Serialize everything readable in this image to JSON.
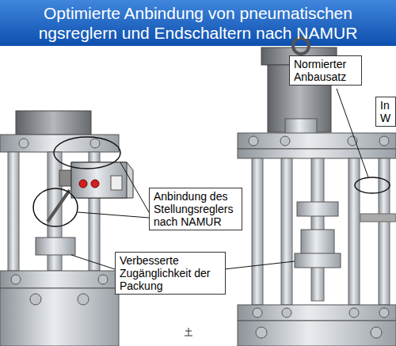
{
  "diagram": {
    "title": "Optimierte Anbindung von pneumatischen ngsreglern und Endschaltern nach NAMUR",
    "nodes": [
      {
        "text": [
          "Normierter Anbausatz"
        ]
      },
      {
        "text": [
          "In W"
        ]
      },
      {
        "text": [
          "Anbindung des Stellungsreglers nach NAMUR"
        ]
      },
      {
        "text": [
          "Verbesserte Zugänglichkeit der Packung"
        ]
      }
    ]
  }
}
